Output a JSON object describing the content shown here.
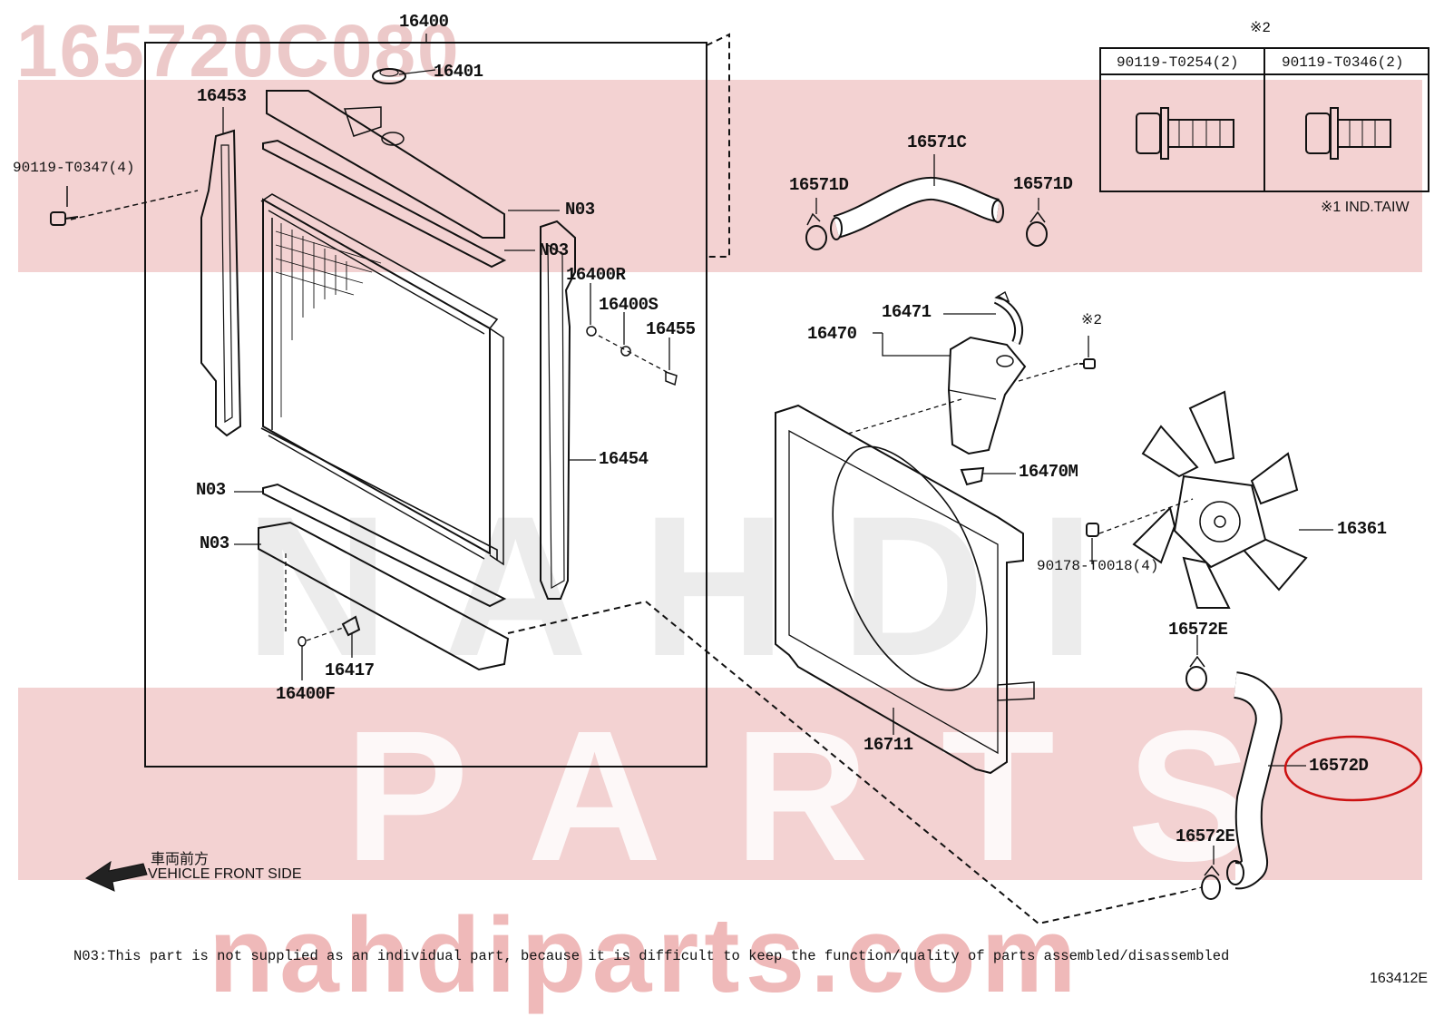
{
  "watermark": {
    "part_number": "165720C080",
    "brand_line": "NAHDI",
    "parts_line": "PARTS",
    "site": "nahdiparts.com",
    "colors": {
      "band": "#f3d2d2",
      "text": "#e8b7b7",
      "circle": "#cc1111"
    }
  },
  "callouts": {
    "radiator_assy": "16400",
    "cap": "16401",
    "support_left": "16453",
    "bolt_left": "90119-T0347(4)",
    "tank_seal_upper": "N03",
    "gasket_upper": "N03",
    "plug_r": "16400R",
    "plug_s": "16400S",
    "bolt_16455": "16455",
    "support_right": "16454",
    "gasket_lower": "N03",
    "tank_lower": "N03",
    "drain_cock": "16417",
    "drain_plug": "16400F",
    "hose_inlet_clamp_left": "16571D",
    "hose_inlet": "16571C",
    "hose_inlet_clamp_right": "16571D",
    "reservoir_hose": "16471",
    "reservoir": "16470",
    "reservoir_note": "※2",
    "reservoir_grommet": "16470M",
    "fan_nut": "90178-T0018(4)",
    "fan": "16361",
    "shroud": "16711",
    "hose_outlet_clamp_upper": "16572E",
    "hose_outlet": "16572D",
    "hose_outlet_clamp_lower": "16572E"
  },
  "bolt_table": {
    "note_mark": "※2",
    "col1": "90119-T0254(2)",
    "col2": "90119-T0346(2)",
    "footnote": "※1 IND.TAIW"
  },
  "direction": {
    "jp": "車両前方",
    "en": "VEHICLE FRONT SIDE"
  },
  "footer": {
    "note": "N03:This part is not supplied as an individual part, because it is difficult to keep the function/quality of parts assembled/disassembled",
    "diagram_id": "163412E"
  },
  "icons": [
    "arrow-left-icon",
    "bolt-icon",
    "clip-icon",
    "clamp-icon"
  ]
}
